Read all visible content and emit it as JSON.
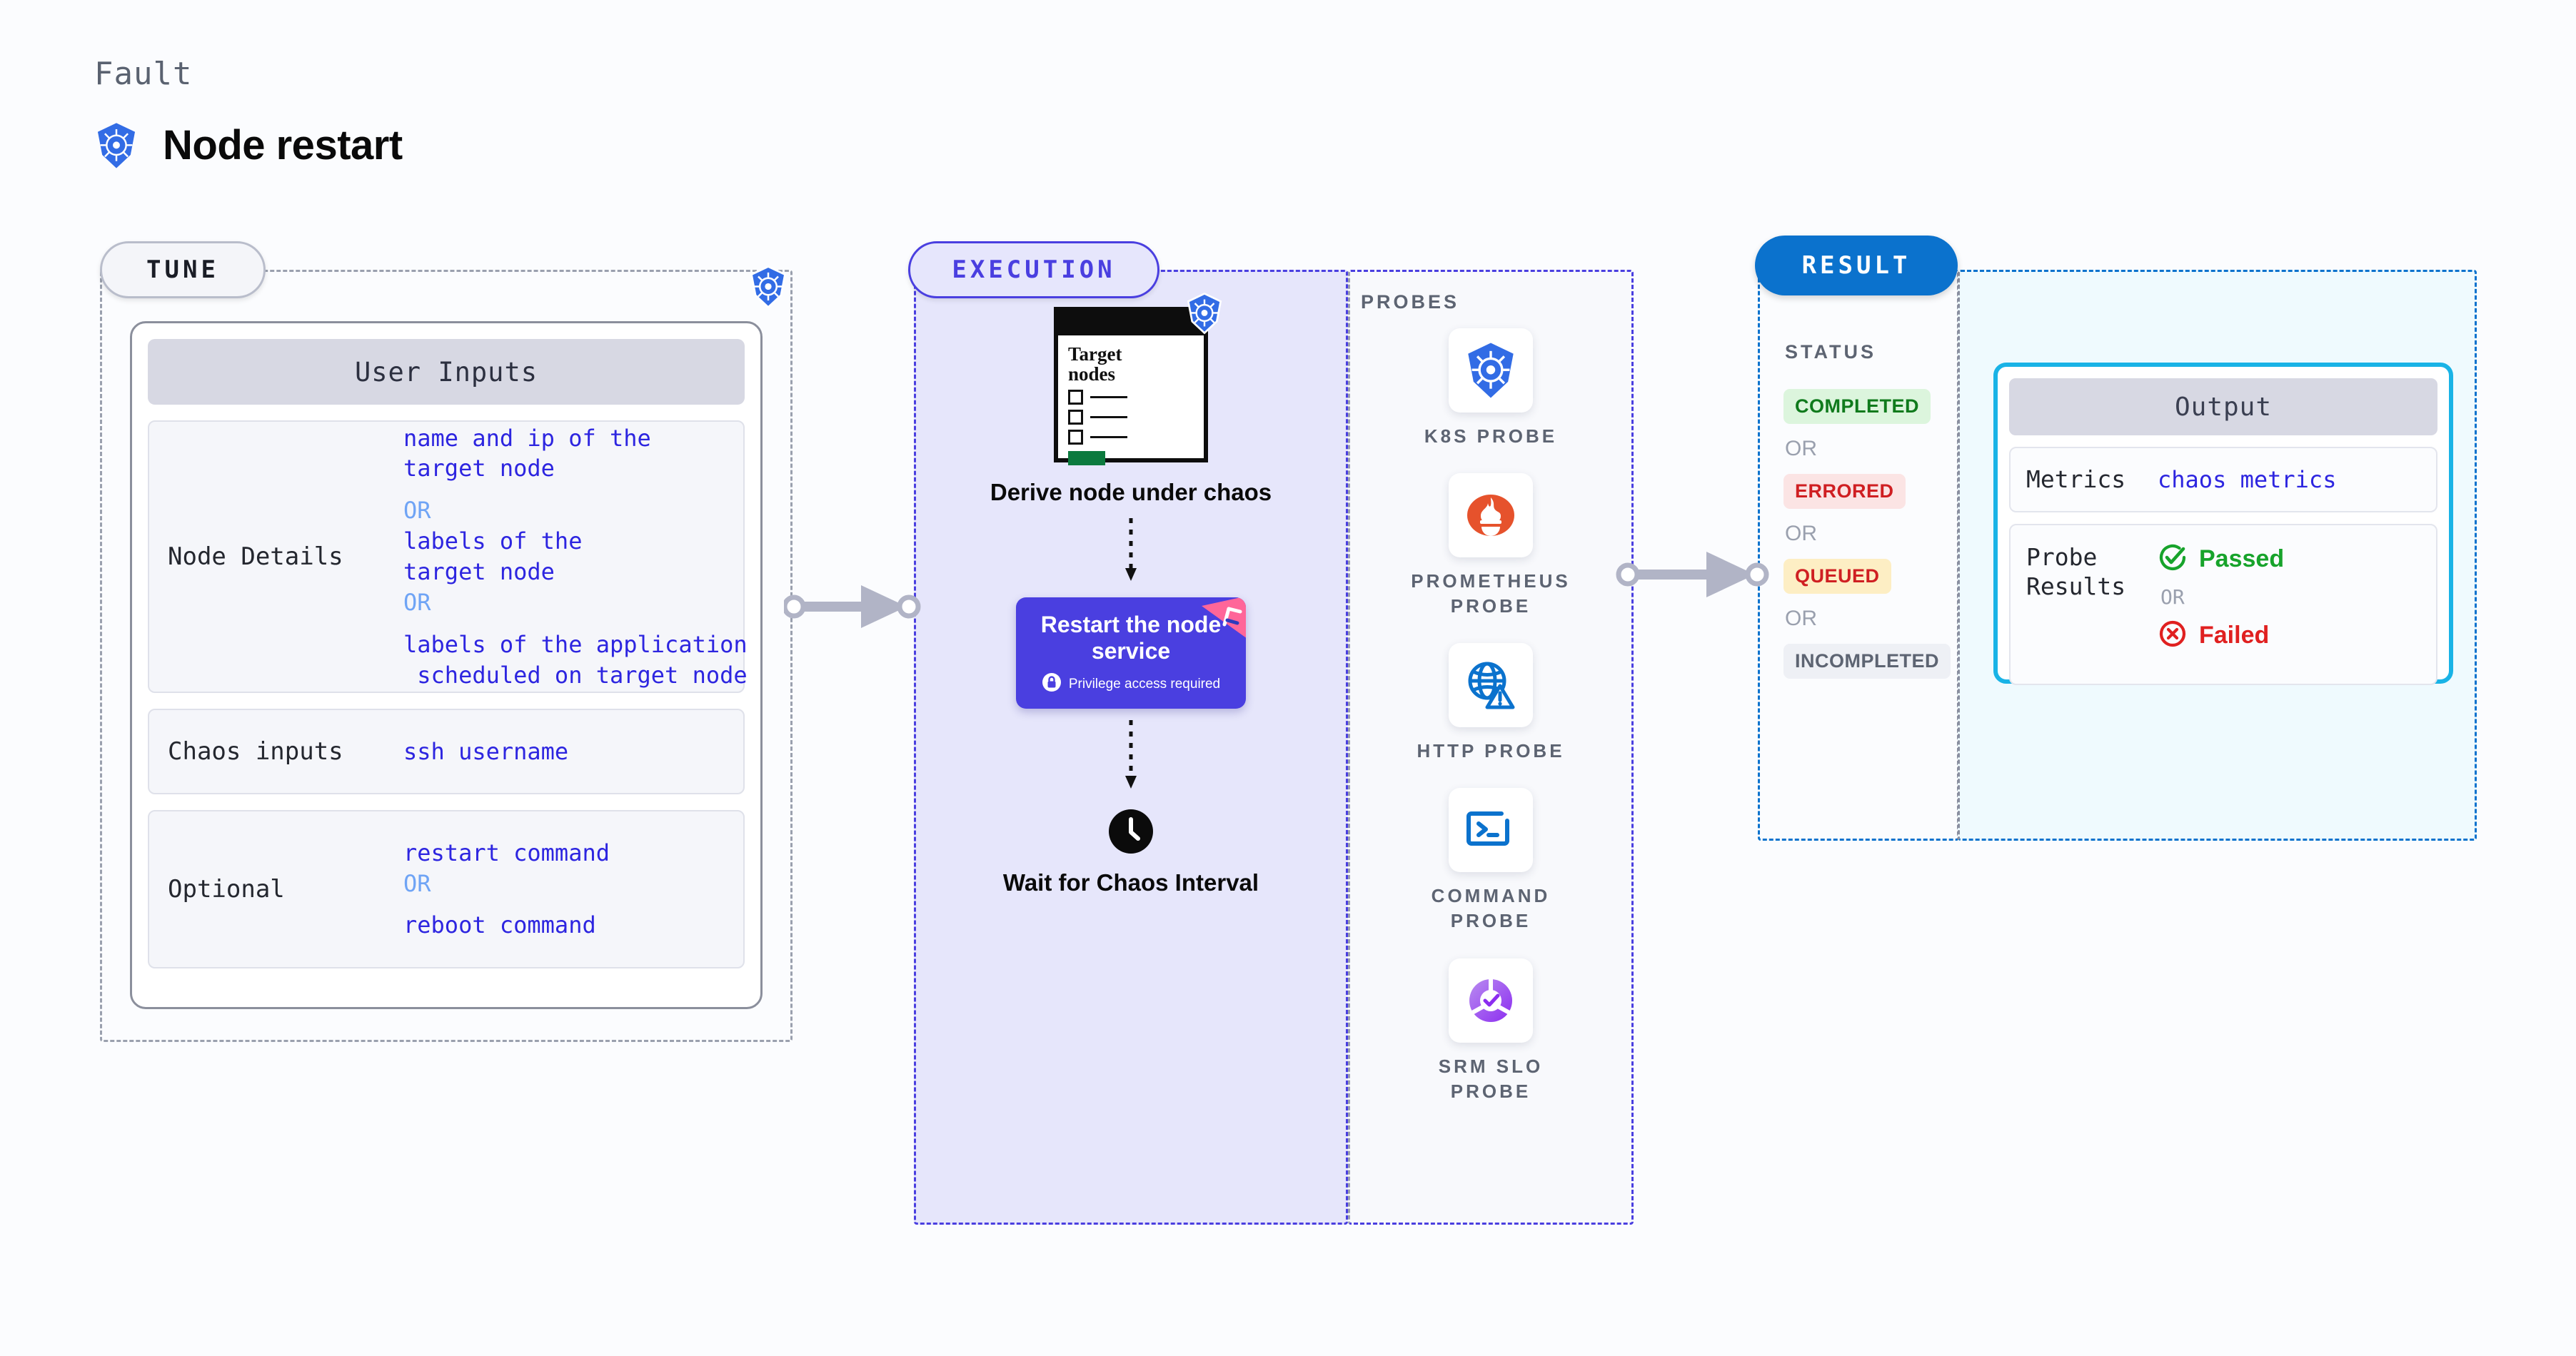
{
  "header": {
    "kicker": "Fault",
    "title": "Node restart",
    "icon": "kubernetes-icon"
  },
  "stages": {
    "tune": {
      "label": "TUNE"
    },
    "execution": {
      "label": "EXECUTION"
    },
    "result": {
      "label": "RESULT"
    }
  },
  "tune": {
    "card_title": "User Inputs",
    "rows": [
      {
        "label": "Node Details",
        "values": [
          "name and ip of the",
          "target node",
          "OR",
          "labels of the",
          "target node",
          "OR",
          "labels of the application",
          " scheduled on target node"
        ]
      },
      {
        "label": "Chaos inputs",
        "values": [
          "ssh username"
        ]
      },
      {
        "label": "Optional",
        "values": [
          "restart command",
          "OR",
          "reboot command"
        ]
      }
    ]
  },
  "execution": {
    "target_card": {
      "title_line1": "Target",
      "title_line2": "nodes"
    },
    "step1_caption": "Derive node under chaos",
    "step2": {
      "title": "Restart the node service",
      "note": "Privilege access required",
      "lock_icon": "lock-icon",
      "corner_icon": "chaos-badge-icon"
    },
    "step3": {
      "caption": "Wait for Chaos Interval",
      "icon": "clock-icon"
    }
  },
  "probes": {
    "title": "PROBES",
    "items": [
      {
        "label": "K8S PROBE",
        "icon": "kubernetes-icon"
      },
      {
        "label": "PROMETHEUS PROBE",
        "icon": "prometheus-icon"
      },
      {
        "label": "HTTP PROBE",
        "icon": "globe-warning-icon"
      },
      {
        "label": "COMMAND PROBE",
        "icon": "terminal-icon"
      },
      {
        "label": "SRM SLO PROBE",
        "icon": "srm-slo-icon"
      }
    ]
  },
  "result": {
    "status_title": "STATUS",
    "or_label": "OR",
    "statuses": [
      {
        "label": "COMPLETED",
        "variant": "completed"
      },
      {
        "label": "ERRORED",
        "variant": "errored"
      },
      {
        "label": "QUEUED",
        "variant": "queued"
      },
      {
        "label": "INCOMPLETED",
        "variant": "incompleted"
      }
    ]
  },
  "output": {
    "card_title": "Output",
    "metrics": {
      "label": "Metrics",
      "value": "chaos metrics"
    },
    "probe_results": {
      "label_line1": "Probe",
      "label_line2": "Results",
      "passed": "Passed",
      "or_label": "OR",
      "failed": "Failed",
      "passed_icon": "check-circle-icon",
      "failed_icon": "x-circle-icon"
    }
  },
  "colors": {
    "accent_purple": "#4a3fe0",
    "accent_blue": "#0b72cd",
    "accent_cyan": "#19b3e6",
    "k8s_blue": "#326ce5",
    "prometheus_orange": "#e6522c",
    "value_blue": "#2d25e0",
    "or_blue": "#6fa4f5",
    "pass_green": "#17a32b",
    "fail_red": "#e02020",
    "pink_badge": "#ff6699"
  }
}
